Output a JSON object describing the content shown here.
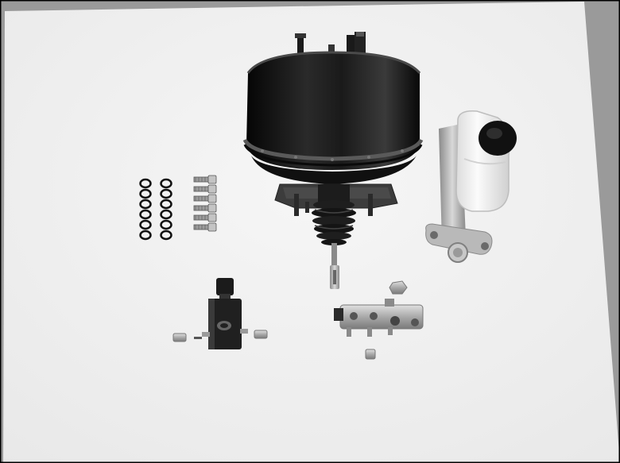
{
  "photo": {
    "subject": "brake-booster-kit",
    "colors": {
      "background_cloth": "#9a9a9a",
      "paper": "#f1f1f1",
      "booster_body": "#141414",
      "reservoir": "#f4f4f4",
      "metal": "#b8b8b8"
    },
    "counts": {
      "o_rings": 12,
      "bolts": 6,
      "small_fittings": 5
    }
  }
}
